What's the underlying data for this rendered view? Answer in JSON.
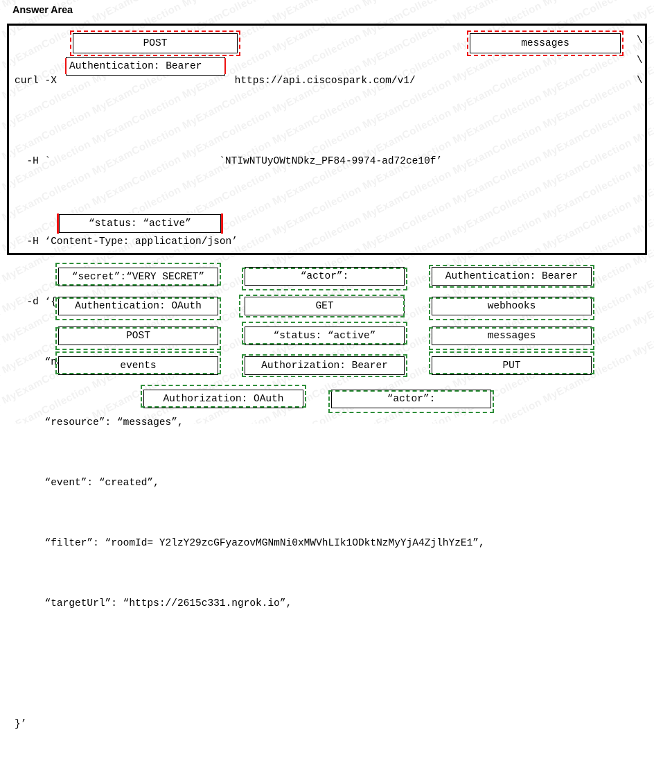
{
  "page_title": "Answer Area",
  "watermark": {
    "text": "MyExamCollection"
  },
  "code": {
    "lines": [
      {
        "id": "l1",
        "prefix": "curl -X ",
        "suffix": "https://api.ciscospark.com/v1/"
      },
      {
        "id": "l2",
        "prefix": "  -H `",
        "suffix": "`NTIwNTUyOWtNDkz_PF84-9974-ad72ce10f’"
      },
      {
        "id": "l3",
        "text": "  -H ‘Content-Type: application/json’"
      },
      {
        "id": "l4",
        "text": "  -d ‘{"
      },
      {
        "id": "l5",
        "text": "     “name: “exam question”,"
      },
      {
        "id": "l6",
        "text": "     “resource”: “messages”,"
      },
      {
        "id": "l7",
        "text": "     “event”: “created”,"
      },
      {
        "id": "l8",
        "text": "     “filter”: “roomId= Y2lzY29zcGFyazovMGNmNi0xMWVhLIk1ODktNzMyYjA4ZjlhYzE1”,"
      },
      {
        "id": "l9",
        "text": "     “targetUrl”: “https://2615c331.ngrok.io”,"
      },
      {
        "id": "l10",
        "text": ""
      },
      {
        "id": "l11",
        "text": "}’"
      }
    ],
    "continuations": [
      "\\",
      "\\",
      "\\"
    ],
    "dropzones": [
      {
        "id": "dz-method",
        "value": "POST"
      },
      {
        "id": "dz-auth-header",
        "value": "Authentication: Bearer"
      },
      {
        "id": "dz-resource",
        "value": "messages"
      },
      {
        "id": "dz-status",
        "value": "“status: “active”"
      }
    ]
  },
  "answer_bank": {
    "tiles": [
      {
        "id": "t1",
        "label": "“secret”:“VERY SECRET”"
      },
      {
        "id": "t2",
        "label": "“actor”:"
      },
      {
        "id": "t3",
        "label": "Authentication: Bearer"
      },
      {
        "id": "t4",
        "label": "Authentication: OAuth"
      },
      {
        "id": "t5",
        "label": "GET"
      },
      {
        "id": "t6",
        "label": "webhooks"
      },
      {
        "id": "t7",
        "label": "POST"
      },
      {
        "id": "t8",
        "label": "“status: “active”"
      },
      {
        "id": "t9",
        "label": "messages"
      },
      {
        "id": "t10",
        "label": "events"
      },
      {
        "id": "t11",
        "label": "Authorization: Bearer"
      },
      {
        "id": "t12",
        "label": "PUT"
      },
      {
        "id": "t13",
        "label": "Authorization: OAuth"
      },
      {
        "id": "t14",
        "label": "“actor”:"
      }
    ]
  },
  "colors": {
    "dropzone_highlight": "#ee1111",
    "tile_highlight": "#2f8f3a",
    "panel_border": "#000000"
  }
}
